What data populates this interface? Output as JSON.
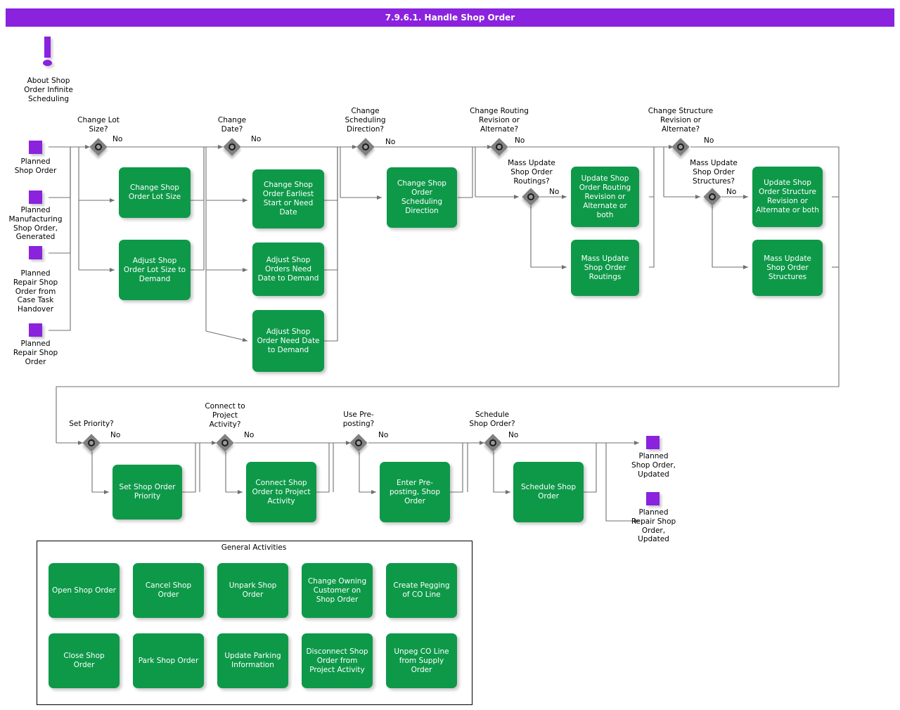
{
  "header": {
    "title": "7.9.6.1. Handle Shop Order"
  },
  "info_icon": {
    "name": "exclamation-icon",
    "label": "About Shop\nOrder Infinite\nScheduling",
    "label_lines": [
      "About Shop",
      "Order Infinite",
      "Scheduling"
    ]
  },
  "colors": {
    "title_bar": "#8A22DE",
    "activity_green": "#0E9949",
    "node_purple": "#8A22DE",
    "decision_gray": "#808080",
    "connector": "#707070",
    "text_light": "#FFFFFF",
    "text_dark": "#000000",
    "canvas": "#FFFFFF"
  },
  "start_nodes": [
    {
      "id": "planned-shop-order",
      "label_lines": [
        "Planned",
        "Shop Order"
      ]
    },
    {
      "id": "planned-manufacturing-shop-order-generated",
      "label_lines": [
        "Planned",
        "Manufacturing",
        "Shop Order,",
        "Generated"
      ]
    },
    {
      "id": "planned-repair-shop-order-from-case-task-handover",
      "label_lines": [
        "Planned",
        "Repair Shop",
        "Order from",
        "Case Task",
        "Handover"
      ]
    },
    {
      "id": "planned-repair-shop-order",
      "label_lines": [
        "Planned",
        "Repair Shop",
        "Order"
      ]
    }
  ],
  "end_nodes": [
    {
      "id": "planned-shop-order-updated",
      "label_lines": [
        "Planned",
        "Shop Order,",
        "Updated"
      ]
    },
    {
      "id": "planned-repair-shop-order-updated",
      "label_lines": [
        "Planned",
        "Repair Shop",
        "Order,",
        "Updated"
      ]
    }
  ],
  "decisions": [
    {
      "id": "change-lot-size",
      "label_lines": [
        "Change Lot",
        "Size?"
      ],
      "branch_label": "No"
    },
    {
      "id": "change-date",
      "label_lines": [
        "Change",
        "Date?"
      ],
      "branch_label": "No"
    },
    {
      "id": "change-scheduling-direction",
      "label_lines": [
        "Change",
        "Scheduling",
        "Direction?"
      ],
      "branch_label": "No"
    },
    {
      "id": "change-routing-revision-or-alternate",
      "label_lines": [
        "Change Routing",
        "Revision or",
        "Alternate?"
      ],
      "branch_label": "No"
    },
    {
      "id": "mass-update-shop-order-routings",
      "label_lines": [
        "Mass Update",
        "Shop Order",
        "Routings?"
      ],
      "branch_label": "No"
    },
    {
      "id": "change-structure-revision-or-alternate",
      "label_lines": [
        "Change Structure",
        "Revision or",
        "Alternate?"
      ],
      "branch_label": "No"
    },
    {
      "id": "mass-update-shop-order-structures",
      "label_lines": [
        "Mass Update",
        "Shop Order",
        "Structures?"
      ],
      "branch_label": "No"
    },
    {
      "id": "set-priority",
      "label_lines": [
        "Set Priority?"
      ],
      "branch_label": "No"
    },
    {
      "id": "connect-to-project-activity",
      "label_lines": [
        "Connect to",
        "Project",
        "Activity?"
      ],
      "branch_label": "No"
    },
    {
      "id": "use-pre-posting",
      "label_lines": [
        "Use Pre-",
        "posting?"
      ],
      "branch_label": "No"
    },
    {
      "id": "schedule-shop-order",
      "label_lines": [
        "Schedule",
        "Shop Order?"
      ],
      "branch_label": "No"
    }
  ],
  "activities": [
    {
      "id": "change-shop-order-lot-size",
      "label": "Change Shop Order Lot Size"
    },
    {
      "id": "adjust-shop-order-lot-size-to-demand",
      "label": "Adjust Shop Order Lot Size to Demand"
    },
    {
      "id": "change-shop-order-earliest-start-or-need-date",
      "label": "Change Shop Order Earliest Start or Need Date"
    },
    {
      "id": "adjust-shop-orders-need-date-to-demand",
      "label": "Adjust Shop Orders Need Date to Demand"
    },
    {
      "id": "adjust-shop-order-need-date-to-demand",
      "label": "Adjust Shop Order Need Date to Demand"
    },
    {
      "id": "change-shop-order-scheduling-direction",
      "label": "Change Shop Order Scheduling Direction"
    },
    {
      "id": "update-shop-order-routing-revision-or-alternate-or-both",
      "label": "Update Shop Order Routing Revision or Alternate or both"
    },
    {
      "id": "mass-update-shop-order-routings-activity",
      "label": "Mass Update Shop Order Routings"
    },
    {
      "id": "update-shop-order-structure-revision-or-alternate-or-both",
      "label": "Update Shop Order Structure Revision or Alternate or both"
    },
    {
      "id": "mass-update-shop-order-structures-activity",
      "label": "Mass Update Shop Order Structures"
    },
    {
      "id": "set-shop-order-priority",
      "label": "Set Shop Order Priority"
    },
    {
      "id": "connect-shop-order-to-project-activity",
      "label": "Connect Shop Order to Project Activity"
    },
    {
      "id": "enter-pre-posting-shop-order",
      "label": "Enter Pre-posting, Shop Order"
    },
    {
      "id": "schedule-shop-order-activity",
      "label": "Schedule Shop Order"
    }
  ],
  "general_activities": {
    "title": "General Activities",
    "items": [
      {
        "id": "open-shop-order",
        "label": "Open Shop Order"
      },
      {
        "id": "cancel-shop-order",
        "label": "Cancel Shop Order"
      },
      {
        "id": "unpark-shop-order",
        "label": "Unpark Shop Order"
      },
      {
        "id": "change-owning-customer-on-shop-order",
        "label": "Change Owning Customer on Shop Order"
      },
      {
        "id": "create-pegging-of-co-line",
        "label": "Create Pegging of CO Line"
      },
      {
        "id": "close-shop-order",
        "label": "Close Shop Order"
      },
      {
        "id": "park-shop-order",
        "label": "Park Shop Order"
      },
      {
        "id": "update-parking-information",
        "label": "Update Parking Information"
      },
      {
        "id": "disconnect-shop-order-from-project-activity",
        "label": "Disconnect Shop Order from Project Activity"
      },
      {
        "id": "unpeg-co-line-from-supply-order",
        "label": "Unpeg CO Line from Supply Order"
      }
    ]
  }
}
